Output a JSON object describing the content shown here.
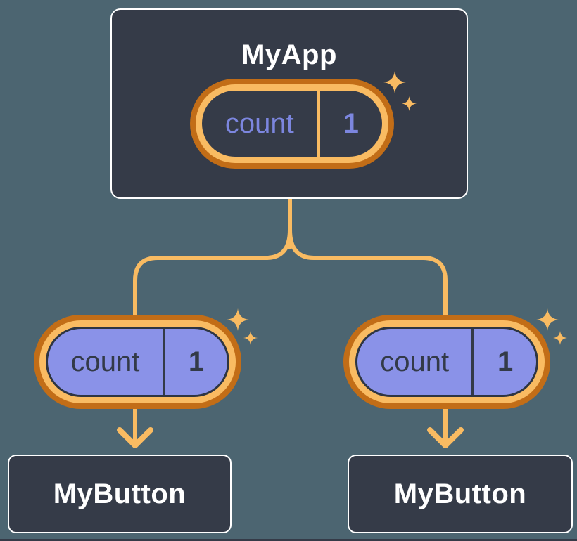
{
  "colors": {
    "background": "#4C6571",
    "box_fill": "#353B48",
    "box_border": "#FFFFFF",
    "ring_outer_orange": "#C26D17",
    "ring_inner_orange": "#F9BB62",
    "connector_orange": "#F9BB62",
    "state_pill_purple_fill": "#8A92E8",
    "state_text_purple": "#7C86DF",
    "state_text_dark": "#333A48",
    "title_text": "#FFFFFF"
  },
  "icons": {
    "sparkle": "four-point-star ✦",
    "arrow": "chevron-down-arrow ↓"
  },
  "diagram": {
    "root": {
      "title": "MyApp",
      "state": {
        "label": "count",
        "value": "1"
      }
    },
    "children": [
      {
        "title": "MyButton",
        "state": {
          "label": "count",
          "value": "1"
        }
      },
      {
        "title": "MyButton",
        "state": {
          "label": "count",
          "value": "1"
        }
      }
    ]
  }
}
